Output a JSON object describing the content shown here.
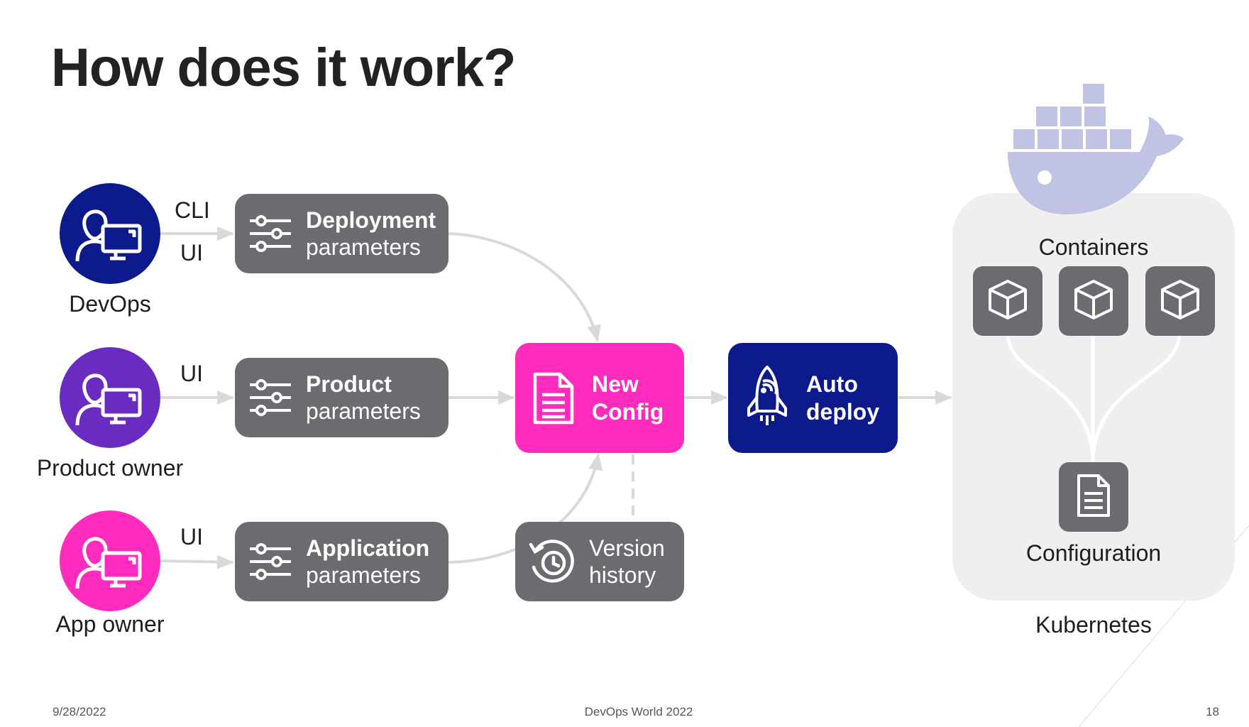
{
  "title": "How does it work?",
  "actors": [
    {
      "name": "DevOps",
      "color": "#0c1a8c",
      "channels": [
        "CLI",
        "UI"
      ]
    },
    {
      "name": "Product owner",
      "color": "#6a2bc0",
      "channels": [
        "UI"
      ]
    },
    {
      "name": "App owner",
      "color": "#ff2bbd",
      "channels": [
        "UI"
      ]
    }
  ],
  "params": [
    {
      "bold": "Deployment",
      "normal": "parameters"
    },
    {
      "bold": "Product",
      "normal": "parameters"
    },
    {
      "bold": "Application",
      "normal": "parameters"
    }
  ],
  "new_config": {
    "line1": "New",
    "line2": "Config",
    "color": "#ff2bbd"
  },
  "version_history": {
    "line1": "Version",
    "line2": "history"
  },
  "auto_deploy": {
    "line1": "Auto",
    "line2": "deploy",
    "color": "#0c1a8c"
  },
  "kubernetes": {
    "containers_label": "Containers",
    "configuration_label": "Configuration",
    "cluster_label": "Kubernetes"
  },
  "footer": {
    "date": "9/28/2022",
    "event": "DevOps World 2022",
    "page": "18"
  },
  "icons": [
    "person-computer-icon",
    "sliders-icon",
    "document-icon",
    "rocket-icon",
    "history-icon",
    "cube-icon",
    "whale-icon"
  ],
  "colors": {
    "gray_box": "#6c6c70",
    "arrow": "#d9d9d9",
    "whale": "#b9bde0"
  }
}
